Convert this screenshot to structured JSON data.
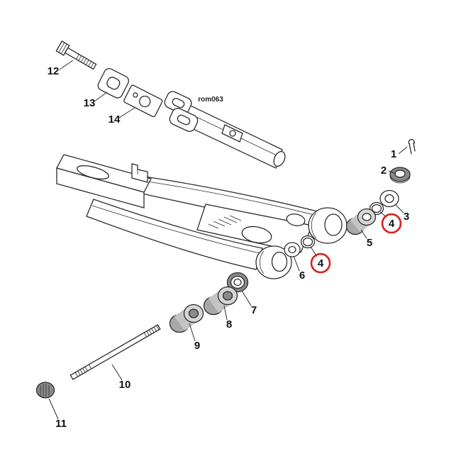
{
  "diagram": {
    "watermark": "rom063",
    "type": "exploded-parts-diagram",
    "background": "#ffffff",
    "line_color": "#2b2b2b",
    "highlight": {
      "color": "#d81f1f",
      "part_number": "4",
      "count": 2
    }
  },
  "labels": {
    "p1": "1",
    "p2": "2",
    "p3": "3",
    "p4a": "4",
    "p4b": "4",
    "p5": "5",
    "p6": "6",
    "p7": "7",
    "p8": "8",
    "p9": "9",
    "p10": "10",
    "p11": "11",
    "p12": "12",
    "p13": "13",
    "p14": "14"
  }
}
